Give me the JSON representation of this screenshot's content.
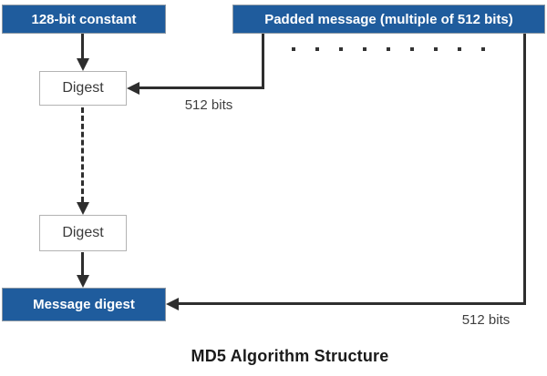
{
  "diagram": {
    "caption": "MD5 Algorithm Structure",
    "colors": {
      "node_fill": "#1f5c9d",
      "line": "#2e2e2e"
    },
    "nodes": {
      "constant": {
        "label": "128-bit constant"
      },
      "padded_message": {
        "label": "Padded message (multiple of 512 bits)"
      },
      "digest_1": {
        "label": "Digest"
      },
      "digest_2": {
        "label": "Digest"
      },
      "message_digest": {
        "label": "Message digest"
      }
    },
    "edge_labels": {
      "first_block": "512 bits",
      "last_block": "512 bits"
    },
    "ellipsis_dots_count": 9
  }
}
